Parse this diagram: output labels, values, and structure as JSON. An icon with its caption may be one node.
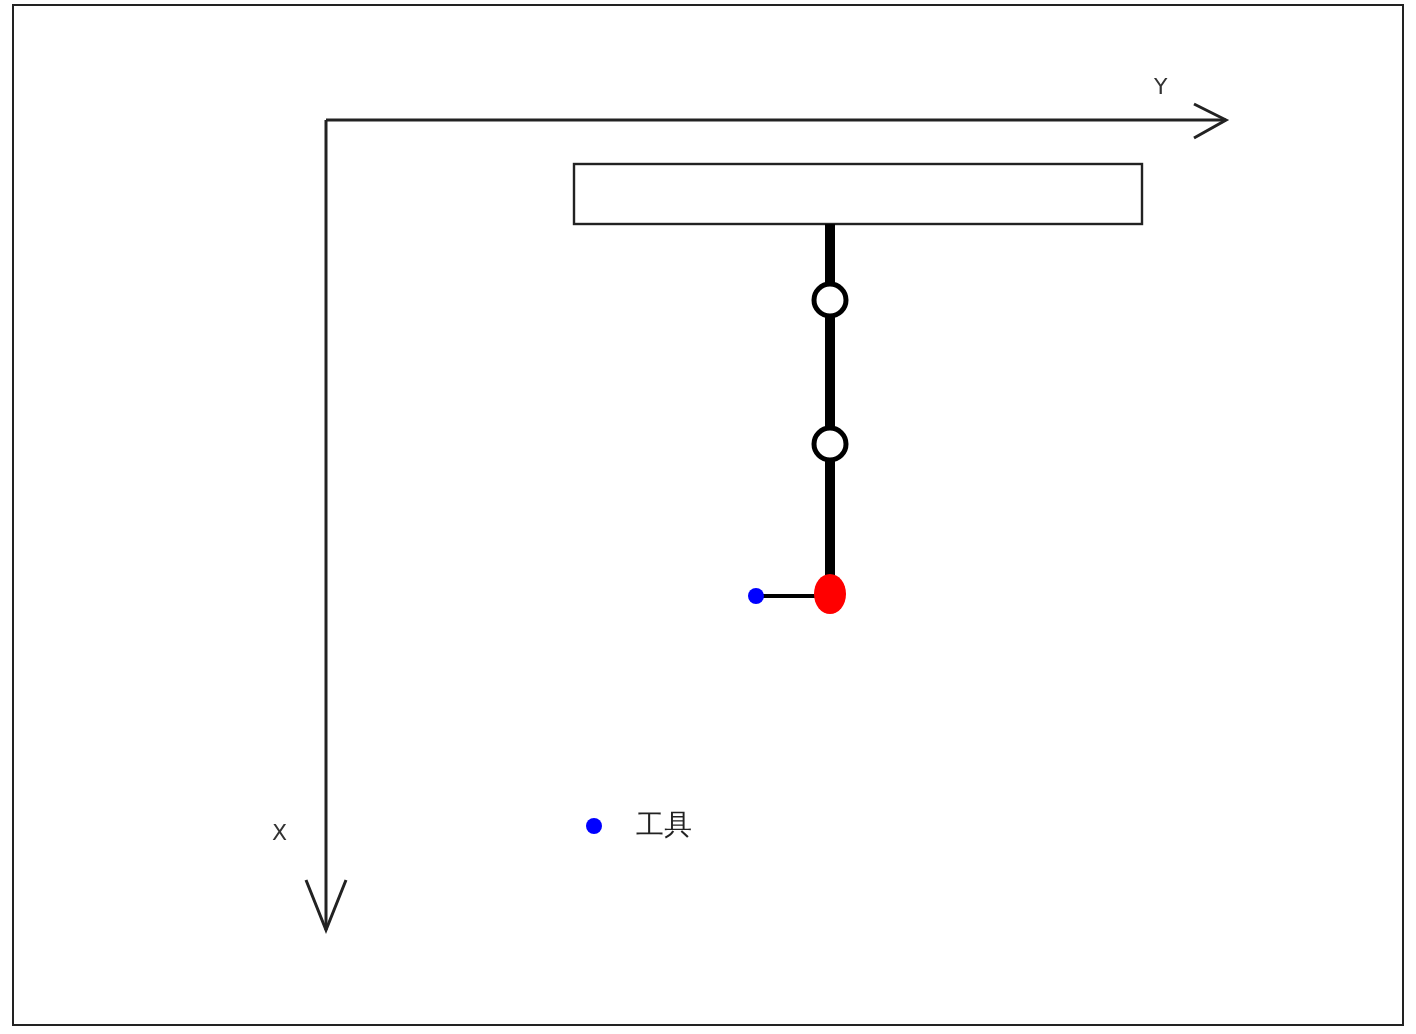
{
  "diagram": {
    "labels": [
      "Y",
      "X"
    ],
    "legend": [
      {
        "text": "工具",
        "color": "#0000ff"
      }
    ]
  }
}
